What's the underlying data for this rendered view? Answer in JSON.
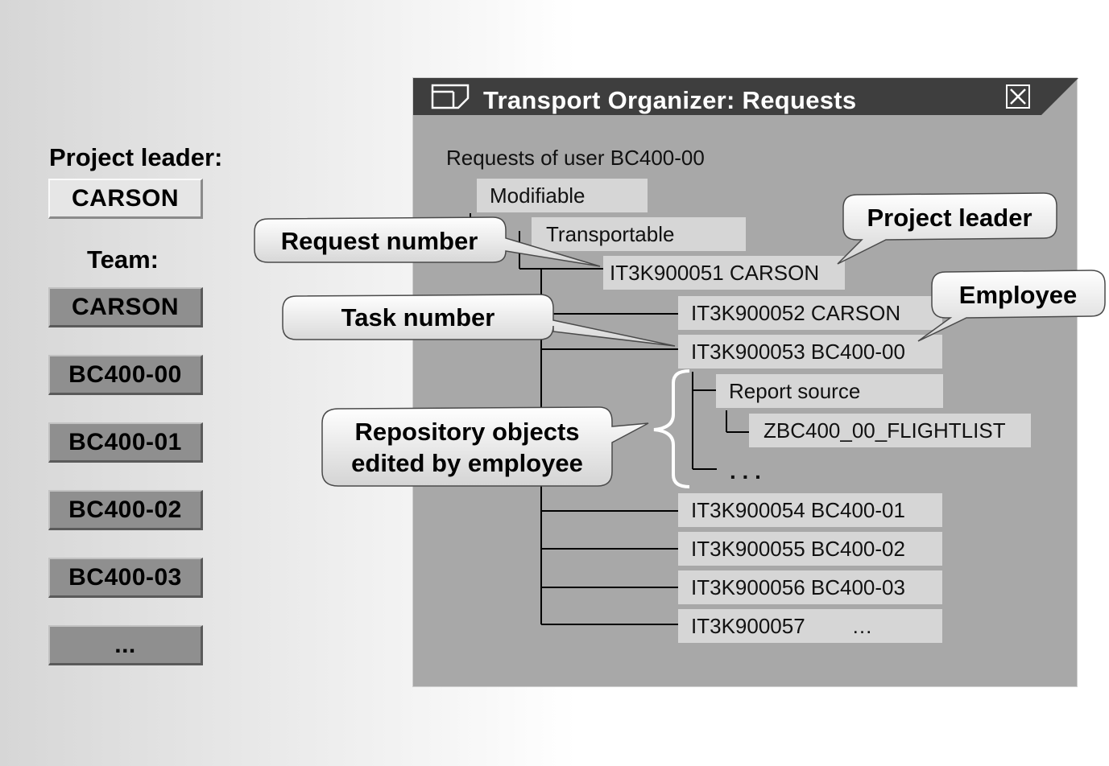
{
  "left_panel": {
    "project_leader_label": "Project leader:",
    "project_leader": "CARSON",
    "team_label": "Team:",
    "team": [
      "CARSON",
      "BC400-00",
      "BC400-01",
      "BC400-02",
      "BC400-03",
      "..."
    ]
  },
  "window": {
    "title": "Transport Organizer: Requests",
    "subtitle": "Requests of user BC400-00",
    "modifiable": "Modifiable",
    "transportable": "Transportable",
    "request": "IT3K900051 CARSON",
    "tasks": {
      "t52": "IT3K900052 CARSON",
      "t53": "IT3K900053 BC400-00",
      "t54": "IT3K900054 BC400-01",
      "t55": "IT3K900055 BC400-02",
      "t56": "IT3K900056 BC400-03",
      "t57": "IT3K900057        …"
    },
    "report_source": "Report source",
    "program": "ZBC400_00_FLIGHTLIST",
    "ellipsis": ". . ."
  },
  "callouts": {
    "request_number": "Request number",
    "project_leader": "Project leader",
    "task_number": "Task number",
    "employee": "Employee",
    "repository_line1": "Repository objects",
    "repository_line2": "edited by employee"
  }
}
